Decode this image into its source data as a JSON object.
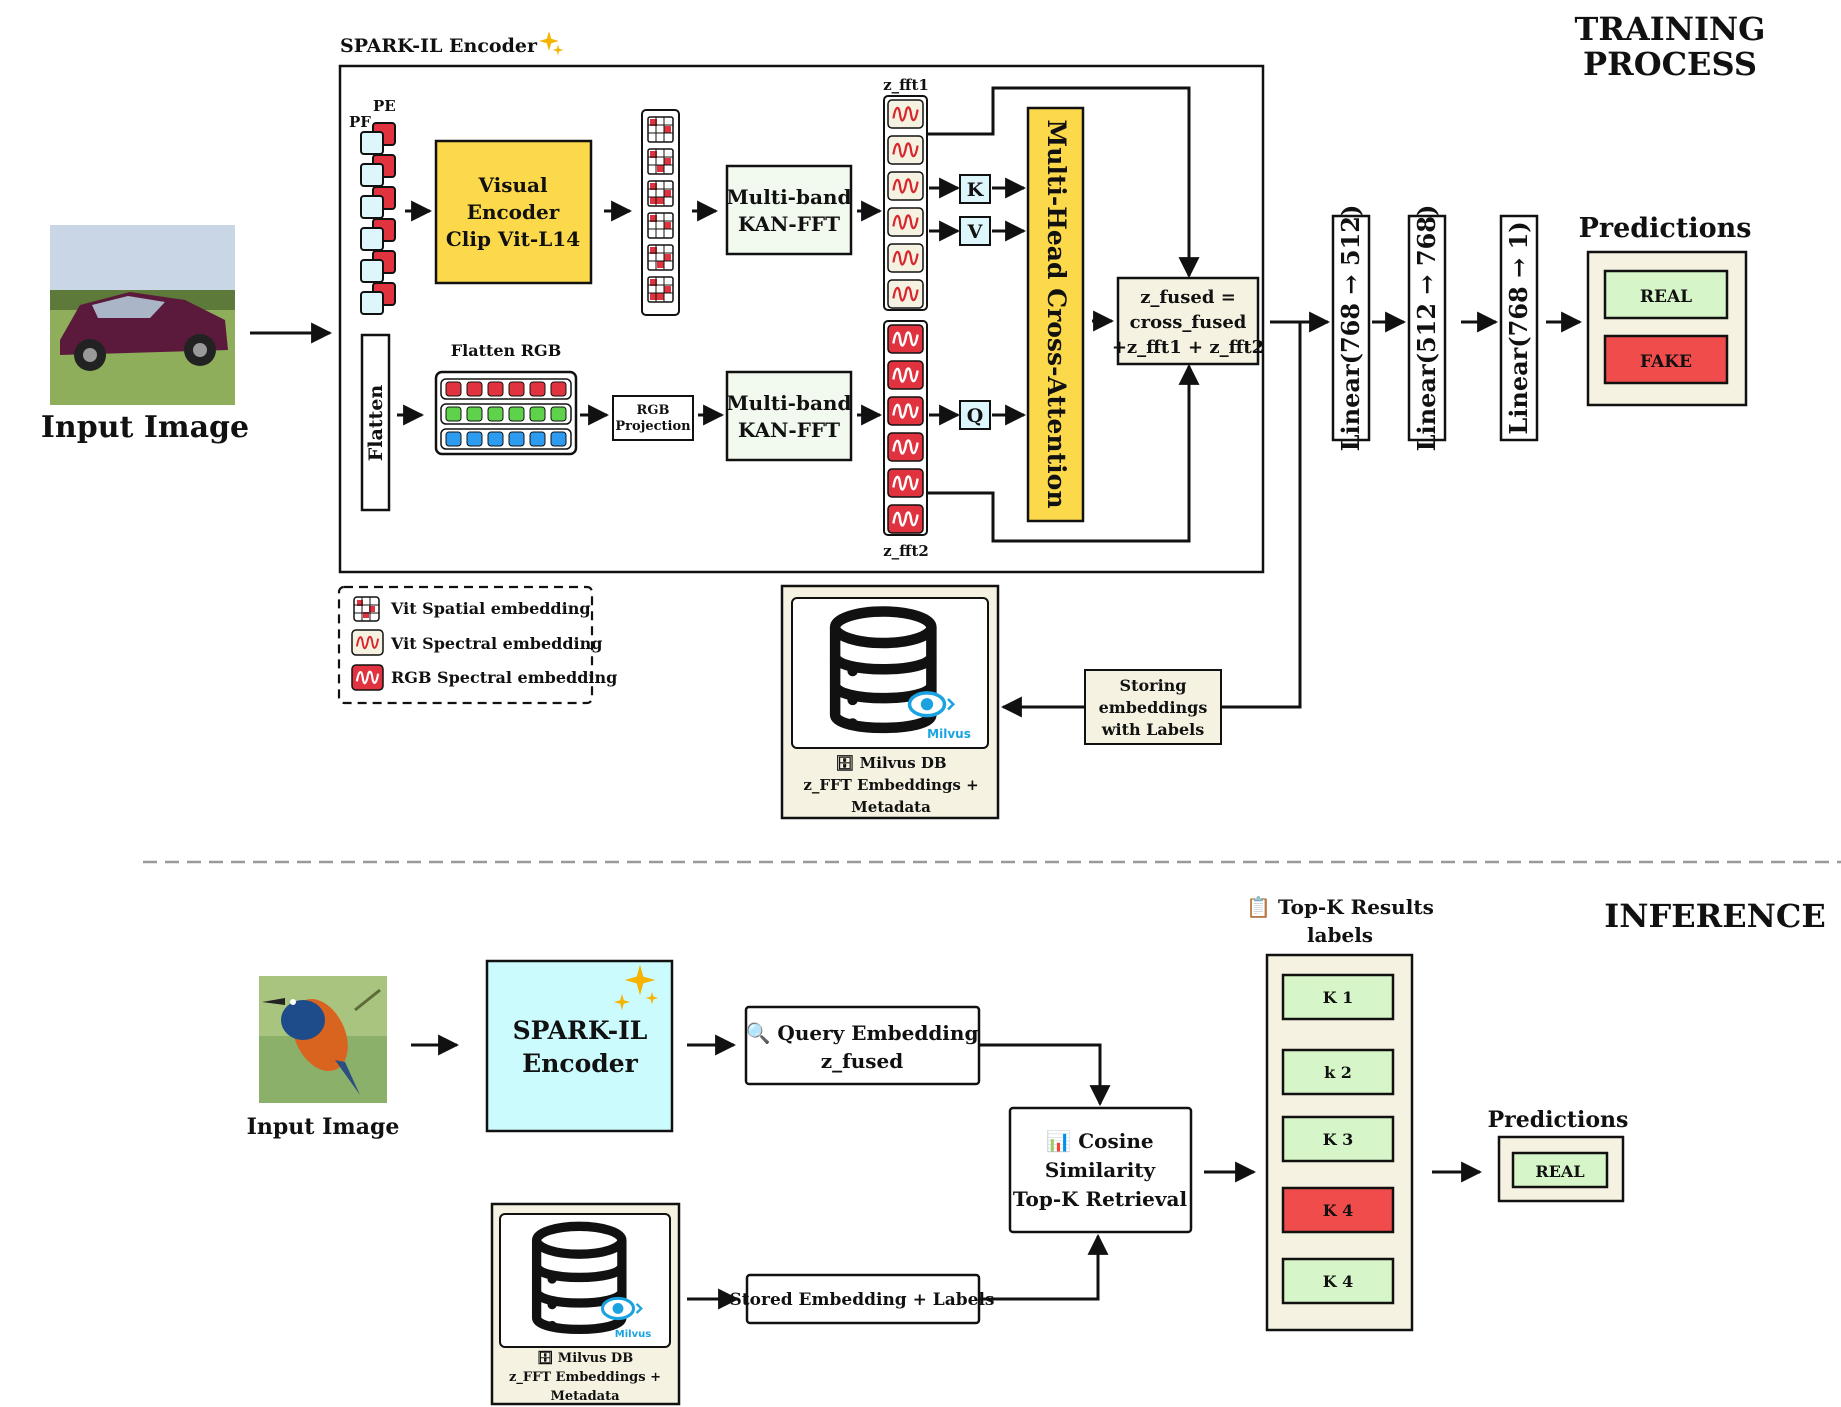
{
  "training": {
    "section_title_line1": "TRAINING",
    "section_title_line2": "PROCESS",
    "encoder_title": "SPARK-IL  Encoder",
    "input_image_label": "Input Image",
    "pf_label": "PF",
    "pe_label": "PE",
    "visual_encoder": [
      "Visual",
      "Encoder",
      "Clip Vit-L14"
    ],
    "flatten_label": "Flatten",
    "flatten_rgb_label": "Flatten RGB",
    "rgb_projection": [
      "RGB",
      "Projection"
    ],
    "kan_fft_top": [
      "Multi-band",
      "KAN-FFT"
    ],
    "kan_fft_bottom": [
      "Multi-band",
      "KAN-FFT"
    ],
    "z_fft1": "z_fft1",
    "z_fft2": "z_fft2",
    "k_label": "K",
    "v_label": "V",
    "q_label": "Q",
    "attention_label": "Multi-Head Cross-Attention",
    "z_fused": [
      "z_fused =",
      "cross_fused",
      "+z_fft1 + z_fft2"
    ],
    "linear_layers": [
      "Linear(768 → 512)",
      "Linear(512 → 768)",
      "Linear(768 → 1)"
    ],
    "predictions_title": "Predictions",
    "pred_real": "REAL",
    "pred_fake": "FAKE",
    "legend": [
      "Vit Spatial embedding",
      "Vit Spectral embedding",
      "RGB Spectral embedding"
    ],
    "storing": [
      "Storing",
      "embeddings",
      "with Labels"
    ],
    "milvus_logo": "Milvus",
    "db_caption": [
      "🗄 Milvus DB",
      "z_FFT Embeddings +",
      "Metadata"
    ]
  },
  "inference": {
    "section_title": "INFERENCE",
    "input_image_label": "Input Image",
    "encoder": [
      "SPARK-IL",
      "Encoder"
    ],
    "query": [
      "🔍 Query Embedding",
      "z_fused"
    ],
    "stored": "Stored Embedding + Labels",
    "cosine": [
      "📊 Cosine",
      "Similarity",
      "Top-K Retrieval"
    ],
    "topk_title": [
      "📋 Top-K Results",
      "labels"
    ],
    "topk_items": [
      {
        "label": "K 1",
        "color": "#d6f5c8"
      },
      {
        "label": "k 2",
        "color": "#d6f5c8"
      },
      {
        "label": "K 3",
        "color": "#d6f5c8"
      },
      {
        "label": "K 4",
        "color": "#f04c4c"
      },
      {
        "label": "K 4",
        "color": "#d6f5c8"
      }
    ],
    "predictions_title": "Predictions",
    "pred_real": "REAL",
    "milvus_logo": "Milvus",
    "db_caption": [
      "🗄 Milvus DB",
      "z_FFT Embeddings +",
      "Metadata"
    ]
  },
  "colors": {
    "yellow": "#fcd94a",
    "cream": "#f5f2e1",
    "mint": "#f2f9ef",
    "green": "#d6f5c8",
    "red": "#f04c4c",
    "cyan": "#ccfbfd",
    "light_blue": "#ddf6fb"
  }
}
